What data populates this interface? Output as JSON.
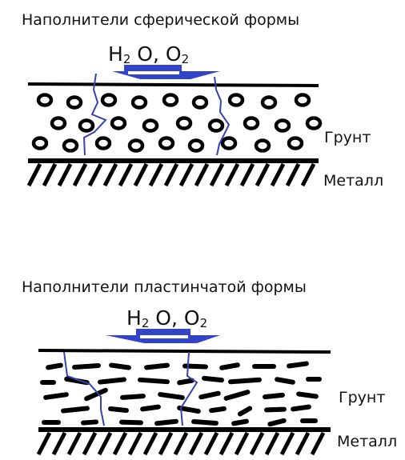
{
  "top": {
    "title": "Наполнители сферической формы",
    "reagent": {
      "h": "H",
      "sub1": "2",
      "o": " O, O",
      "sub2": "2"
    },
    "primer_label": "Грунт",
    "metal_label": "Металл"
  },
  "bottom": {
    "title": "Наполнители пластинчатой формы",
    "reagent": {
      "h": "H",
      "sub1": "2",
      "o": " O, O",
      "sub2": "2"
    },
    "primer_label": "Грунт",
    "metal_label": "Металл"
  },
  "colors": {
    "line": "#000000",
    "crack": "#3344aa",
    "arrow": "#3344cc"
  }
}
